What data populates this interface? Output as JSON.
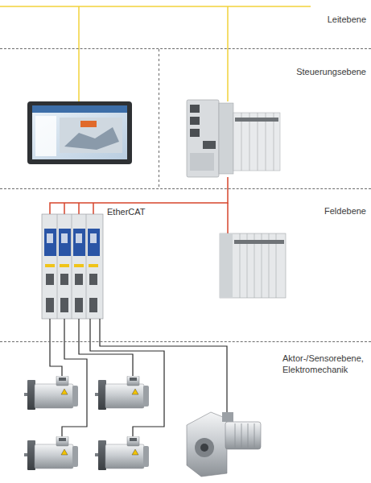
{
  "diagram": {
    "nodes": [
      {
        "text": [
          "Leitebene"
        ]
      },
      {
        "text": [
          "Steuerungsebene"
        ]
      },
      {
        "text": [
          "Feldebene"
        ]
      },
      {
        "text": [
          "Aktor-/Sensorebene, Elektromechanik"
        ]
      }
    ],
    "labels": [
      "EtherCAT"
    ]
  }
}
